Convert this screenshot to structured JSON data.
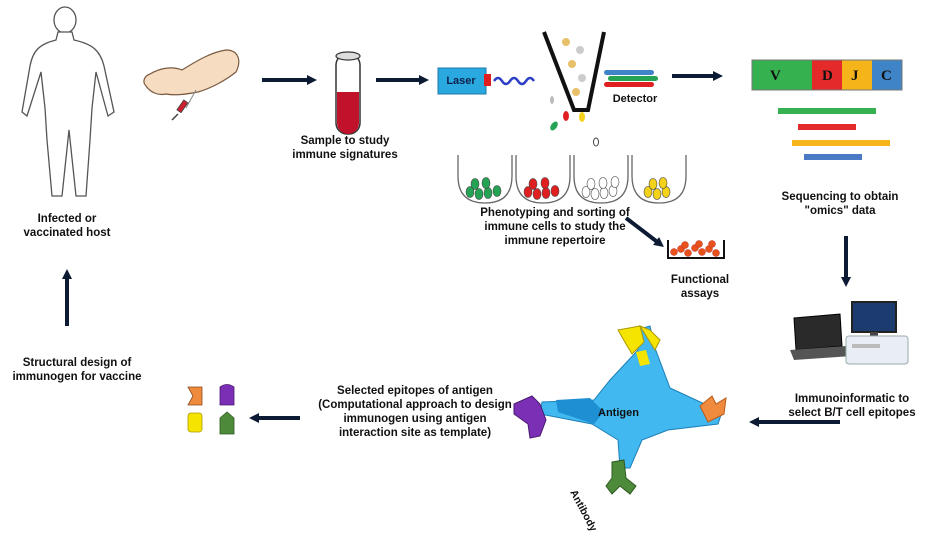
{
  "labels": {
    "host": "Infected or\nvaccinated host",
    "sample": "Sample to study\nimmune signatures",
    "laser": "Laser",
    "detector": "Detector",
    "phenotyping": "Phenotyping and sorting of\nimmune cells to study the\nimmune repertoire",
    "functional": "Functional\nassays",
    "sequencing": "Sequencing to obtain\n\"omics\" data",
    "immunoinformatic": "Immunoinformatic to\nselect B/T cell epitopes",
    "antigen": "Antigen",
    "antibody": "Antibody",
    "epitopes": "Selected epitopes of antigen\n(Computational approach to design\nimmunogen using antigen\ninteraction site as template)",
    "structural": "Structural design of\nimmunogen for vaccine"
  },
  "vdjc": [
    "V",
    "D",
    "J",
    "C"
  ],
  "colors": {
    "arrow": "#0d1a33",
    "laser": "#29a9e0",
    "antigen": "#41b8ef",
    "green": "#25a354",
    "red": "#e02020",
    "yellow": "#f5d21a",
    "blue": "#4a7ac4",
    "orange": "#f08a3c",
    "purple": "#7b2fb5",
    "olive": "#4d8a3a",
    "v_box": "#35b150",
    "d_box": "#e52a2a",
    "j_box": "#f4b41a",
    "c_box": "#3f84c6"
  }
}
